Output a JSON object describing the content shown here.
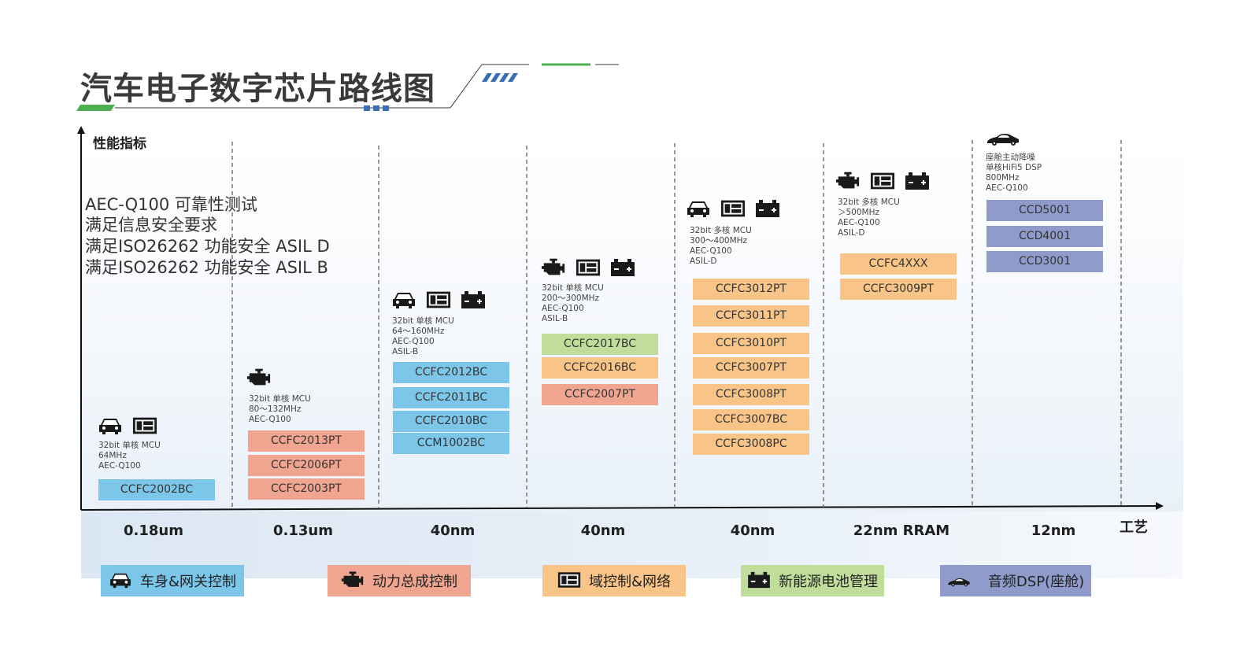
{
  "title": "汽车电子数字芯片路线图",
  "y_axis_label": "性能指标",
  "x_axis_label": "工艺",
  "requirements": [
    "AEC-Q100 可靠性测试",
    "满足信息安全要求",
    "满足ISO26262 功能安全 ASIL D",
    "满足ISO26262 功能安全 ASIL B"
  ],
  "colors": {
    "body": "#7cc6ea",
    "power": "#f0a591",
    "domain": "#f8c487",
    "ev": "#c1dd9b",
    "audio": "#8f9ccb",
    "accent_blue": "#3a6fb6",
    "accent_green": "#4caf50"
  },
  "nodes": [
    {
      "label": "0.18um",
      "desc": [
        "32bit 单核 MCU",
        "64MHz",
        "AEC-Q100"
      ],
      "icons": [
        "car-icon",
        "domain-icon"
      ],
      "chips": [
        {
          "name": "CCFC2002BC",
          "cat": "body"
        }
      ]
    },
    {
      "label": "0.13um",
      "desc": [
        "32bit 单核 MCU",
        "80～132MHz",
        "AEC-Q100"
      ],
      "icons": [
        "engine-icon"
      ],
      "chips": [
        {
          "name": "CCFC2013PT",
          "cat": "power"
        },
        {
          "name": "CCFC2006PT",
          "cat": "power"
        },
        {
          "name": "CCFC2003PT",
          "cat": "power"
        }
      ]
    },
    {
      "label": "40nm",
      "desc": [
        "32bit 单核 MCU",
        "64～160MHz",
        "AEC-Q100",
        "ASIL-B"
      ],
      "icons": [
        "car-icon",
        "domain-icon",
        "battery-icon"
      ],
      "chips": [
        {
          "name": "CCFC2012BC",
          "cat": "body"
        },
        {
          "name": "CCFC2011BC",
          "cat": "body"
        },
        {
          "name": "CCFC2010BC",
          "cat": "body"
        },
        {
          "name": "CCM1002BC",
          "cat": "body"
        }
      ]
    },
    {
      "label": "40nm",
      "desc": [
        "32bit 单核 MCU",
        "200～300MHz",
        "AEC-Q100",
        "ASIL-B"
      ],
      "icons": [
        "engine-icon",
        "domain-icon",
        "battery-icon"
      ],
      "chips": [
        {
          "name": "CCFC2017BC",
          "cat": "ev"
        },
        {
          "name": "CCFC2016BC",
          "cat": "domain"
        },
        {
          "name": "CCFC2007PT",
          "cat": "power"
        }
      ]
    },
    {
      "label": "40nm",
      "desc": [
        "32bit 多核 MCU",
        "300～400MHz",
        "AEC-Q100",
        "ASIL-D"
      ],
      "icons": [
        "car-icon",
        "domain-icon",
        "battery-icon"
      ],
      "chips": [
        {
          "name": "CCFC3012PT",
          "cat": "domain"
        },
        {
          "name": "CCFC3011PT",
          "cat": "domain"
        },
        {
          "name": "CCFC3010PT",
          "cat": "domain"
        },
        {
          "name": "CCFC3007PT",
          "cat": "domain"
        },
        {
          "name": "CCFC3008PT",
          "cat": "domain"
        },
        {
          "name": "CCFC3007BC",
          "cat": "domain"
        },
        {
          "name": "CCFC3008PC",
          "cat": "domain"
        }
      ]
    },
    {
      "label": "22nm RRAM",
      "desc": [
        "32bit 多核 MCU",
        "＞500MHz",
        "AEC-Q100",
        "ASIL-D"
      ],
      "icons": [
        "engine-icon",
        "domain-icon",
        "battery-icon"
      ],
      "chips": [
        {
          "name": "CCFC4XXX",
          "cat": "domain"
        },
        {
          "name": "CCFC3009PT",
          "cat": "domain"
        }
      ]
    },
    {
      "label": "12nm",
      "desc": [
        "座舱主动降噪",
        "单核HiFi5 DSP",
        "800MHz",
        "AEC-Q100"
      ],
      "icons": [
        "sportscar-icon"
      ],
      "chips": [
        {
          "name": "CCD5001",
          "cat": "audio"
        },
        {
          "name": "CCD4001",
          "cat": "audio"
        },
        {
          "name": "CCD3001",
          "cat": "audio"
        }
      ]
    }
  ],
  "legend": [
    {
      "label": "车身&网关控制",
      "icon": "car-icon",
      "cat": "body"
    },
    {
      "label": "动力总成控制",
      "icon": "engine-icon",
      "cat": "power"
    },
    {
      "label": "域控制&网络",
      "icon": "domain-icon",
      "cat": "domain"
    },
    {
      "label": "新能源电池管理",
      "icon": "battery-icon",
      "cat": "ev"
    },
    {
      "label": "音频DSP(座舱)",
      "icon": "sportscar-icon",
      "cat": "audio"
    }
  ]
}
